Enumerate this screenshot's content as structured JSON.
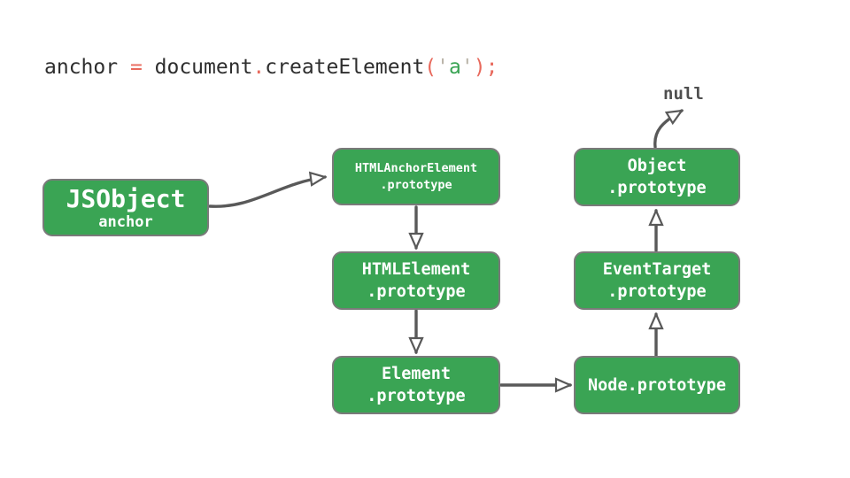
{
  "colors": {
    "background": "#ffffff",
    "box-fill": "#3aa454",
    "box-border": "#7a7a7a",
    "box-text": "#ffffff",
    "arrow": "#595959",
    "code-text": "#2e2e2e",
    "code-accent": "#e8695c",
    "code-string": "#3aa454",
    "code-quote": "#b8b2a7",
    "null-text": "#4f4f4f"
  },
  "code": {
    "tokens": [
      {
        "text": "anchor ",
        "role": "plain"
      },
      {
        "text": "=",
        "role": "accent"
      },
      {
        "text": " document",
        "role": "plain"
      },
      {
        "text": ".",
        "role": "accent"
      },
      {
        "text": "createElement",
        "role": "plain"
      },
      {
        "text": "(",
        "role": "accent"
      },
      {
        "text": "'",
        "role": "quote"
      },
      {
        "text": "a",
        "role": "string"
      },
      {
        "text": "'",
        "role": "quote"
      },
      {
        "text": ")",
        "role": "accent"
      },
      {
        "text": ";",
        "role": "accent"
      }
    ]
  },
  "labels": {
    "null": "null"
  },
  "boxes": {
    "jsobject": {
      "title": "JSObject",
      "subtitle": "anchor"
    },
    "html_anchor_element": {
      "line1": "HTMLAnchorElement",
      "line2": ".prototype"
    },
    "html_element": {
      "line1": "HTMLElement",
      "line2": ".prototype"
    },
    "element": {
      "line1": "Element",
      "line2": ".prototype"
    },
    "node": {
      "line1": "Node.prototype"
    },
    "event_target": {
      "line1": "EventTarget",
      "line2": ".prototype"
    },
    "object": {
      "line1": "Object",
      "line2": ".prototype"
    }
  }
}
